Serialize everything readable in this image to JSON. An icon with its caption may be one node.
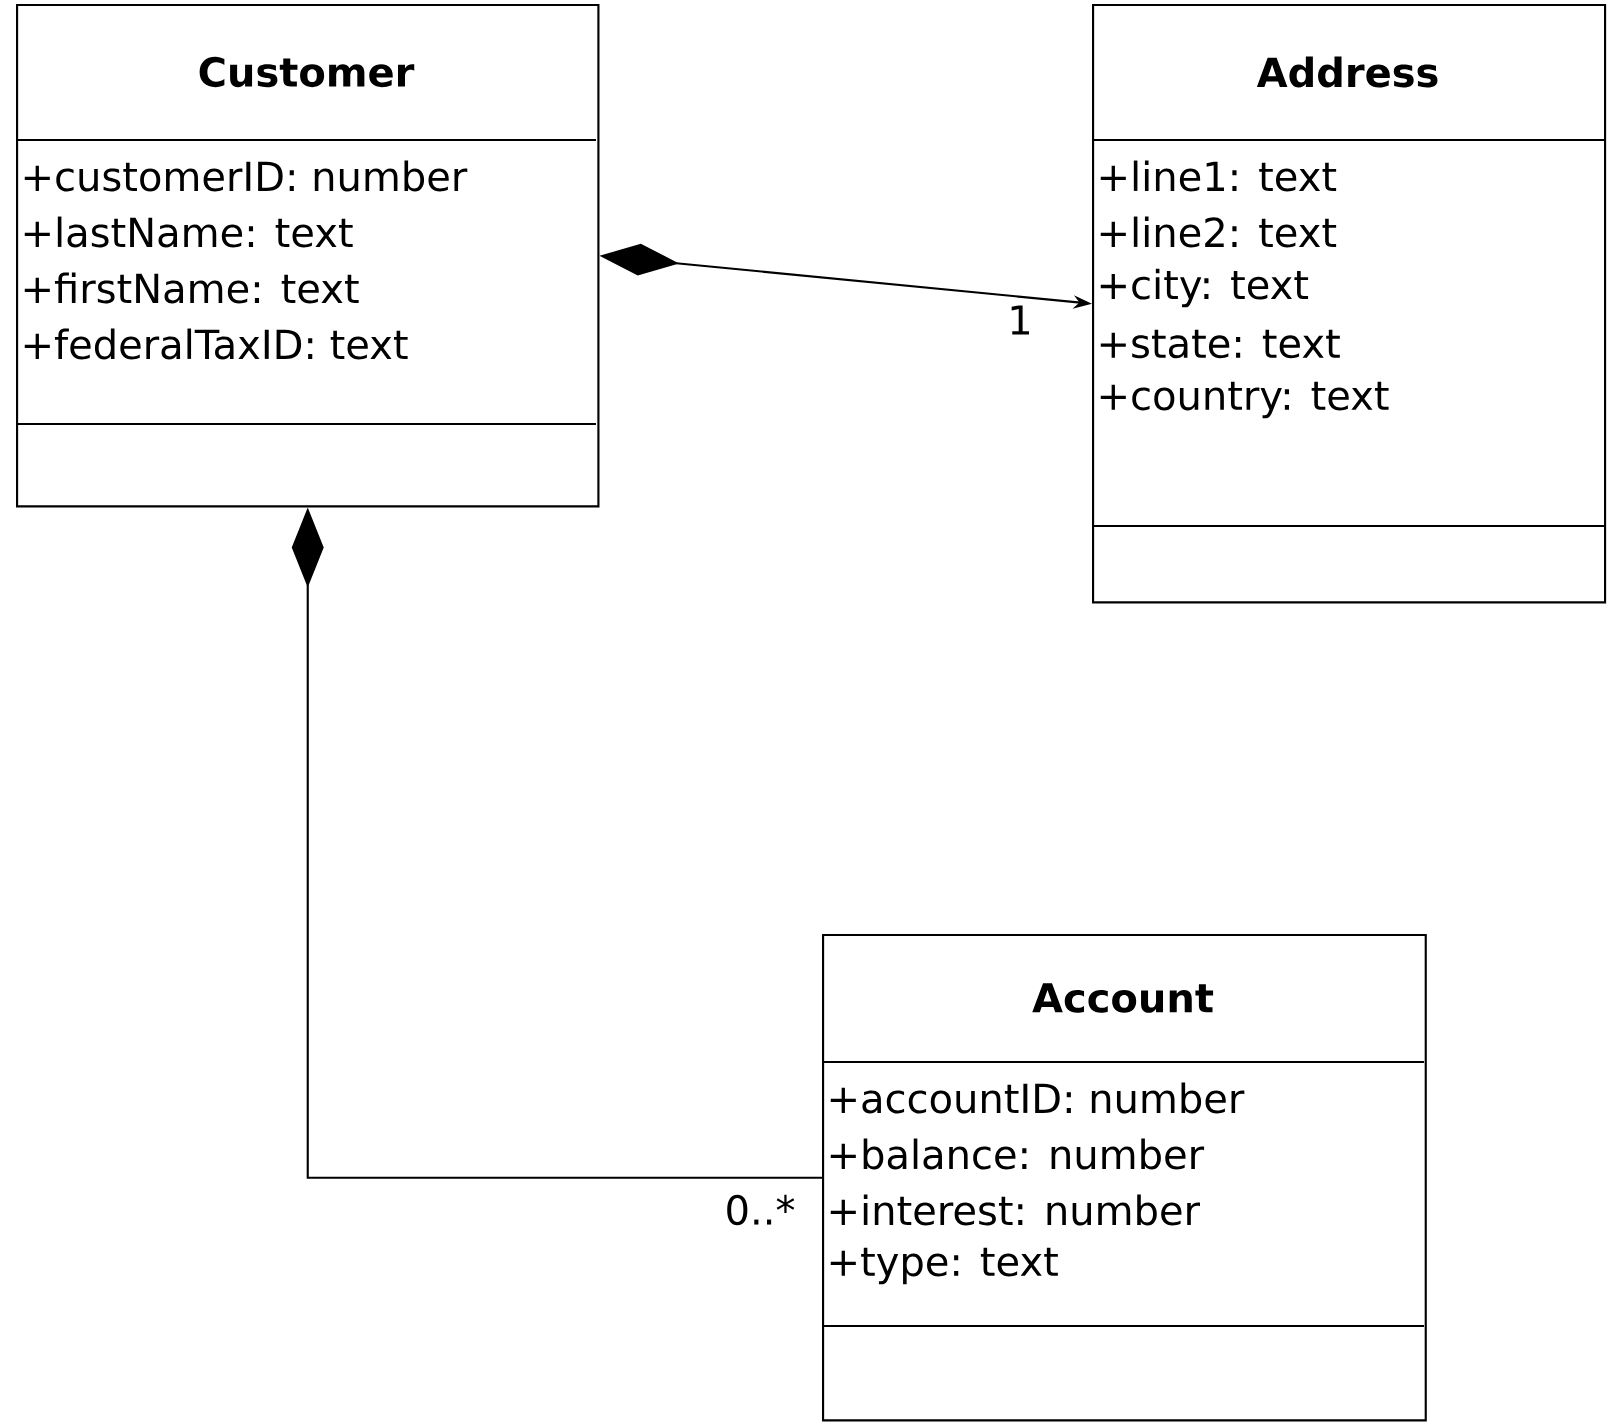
{
  "diagram": {
    "nodes": [
      {
        "text": [
          "Customer",
          "+customerID: number",
          "+lastName: text",
          "+firstName: text",
          "+federalTaxID: text"
        ]
      },
      {
        "text": [
          "Address",
          "+line1: text",
          "+line2: text",
          "+city: text",
          "+state: text",
          "+country: text"
        ]
      },
      {
        "text": [
          "Account",
          "+accountID: number",
          "+balance: number",
          "+interest: number",
          "+type: text"
        ]
      }
    ],
    "edges": [
      {
        "from": 0,
        "to": 1,
        "arrow": "to",
        "label": "1"
      },
      {
        "from": 0,
        "to": 2,
        "arrow": "other",
        "label": "0..*"
      }
    ]
  }
}
